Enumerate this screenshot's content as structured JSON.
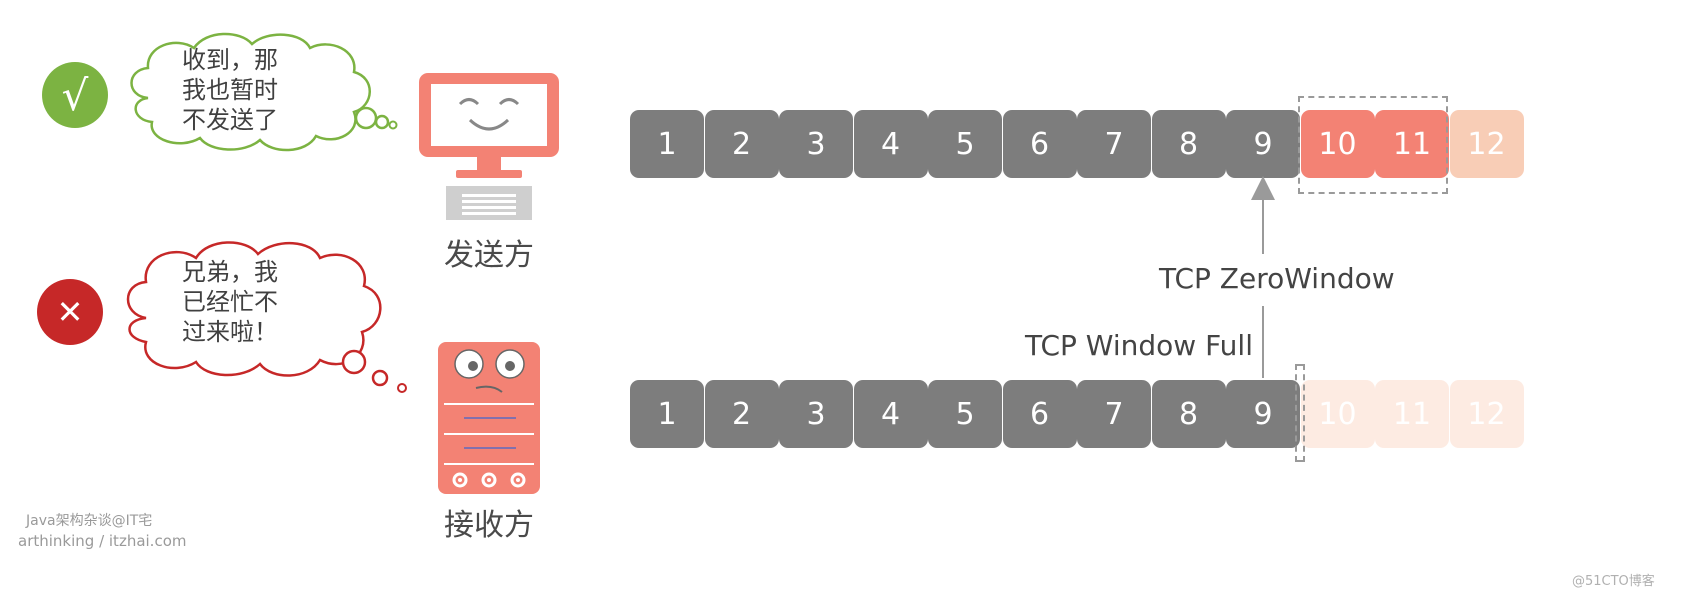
{
  "sender": {
    "status_icon": "check-icon",
    "status_glyph": "√",
    "status_color": "#7cb342",
    "thought_lines": [
      "收到，那",
      "我也暂时",
      "不发送了"
    ],
    "label": "发送方"
  },
  "receiver": {
    "status_icon": "cross-icon",
    "status_glyph": "✕",
    "status_color": "#c62828",
    "thought_lines": [
      "兄弟，我",
      "已经忙不",
      "过来啦！"
    ],
    "label": "接收方"
  },
  "top_row": {
    "cells": [
      {
        "label": "1",
        "state": "gray"
      },
      {
        "label": "2",
        "state": "gray"
      },
      {
        "label": "3",
        "state": "gray"
      },
      {
        "label": "4",
        "state": "gray"
      },
      {
        "label": "5",
        "state": "gray"
      },
      {
        "label": "6",
        "state": "gray"
      },
      {
        "label": "7",
        "state": "gray"
      },
      {
        "label": "8",
        "state": "gray"
      },
      {
        "label": "9",
        "state": "gray"
      },
      {
        "label": "10",
        "state": "red"
      },
      {
        "label": "11",
        "state": "red"
      },
      {
        "label": "12",
        "state": "peach"
      }
    ]
  },
  "bottom_row": {
    "cells": [
      {
        "label": "1",
        "state": "gray"
      },
      {
        "label": "2",
        "state": "gray"
      },
      {
        "label": "3",
        "state": "gray"
      },
      {
        "label": "4",
        "state": "gray"
      },
      {
        "label": "5",
        "state": "gray"
      },
      {
        "label": "6",
        "state": "gray"
      },
      {
        "label": "7",
        "state": "gray"
      },
      {
        "label": "8",
        "state": "gray"
      },
      {
        "label": "9",
        "state": "gray"
      },
      {
        "label": "10",
        "state": "pale"
      },
      {
        "label": "11",
        "state": "pale"
      },
      {
        "label": "12",
        "state": "pale"
      }
    ]
  },
  "messages": {
    "zero_window": "TCP ZeroWindow",
    "window_full": "TCP Window Full"
  },
  "colors": {
    "sent_gray": "#7d7d7d",
    "in_flight_red": "#f38274",
    "pending_peach": "#f8cdb6",
    "empty_pale": "#fdebe2",
    "sender_bubble": "#7cb342",
    "receiver_bubble": "#c62828"
  },
  "footer": {
    "line1": "Java架构杂谈@IT宅",
    "line2": "arthinking / itzhai.com",
    "watermark": "@51CTO博客"
  }
}
